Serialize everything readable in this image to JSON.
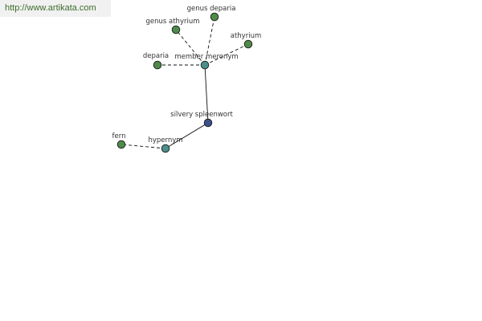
{
  "watermark": {
    "text": "http://www.artikata.com"
  },
  "graph": {
    "center": {
      "label": "silvery spleenwort",
      "color": "#3d4f8a"
    },
    "relations": [
      {
        "label": "member meronym",
        "color": "#4a8f8a",
        "targets": [
          {
            "label": "genus athyrium",
            "color": "#4f8a4a"
          },
          {
            "label": "genus deparia",
            "color": "#4f8a4a"
          },
          {
            "label": "athyrium",
            "color": "#4f8a4a"
          },
          {
            "label": "deparia",
            "color": "#4f8a4a"
          }
        ]
      },
      {
        "label": "hypernym",
        "color": "#4a8f8a",
        "targets": [
          {
            "label": "fern",
            "color": "#4f8a4a"
          }
        ]
      }
    ]
  }
}
